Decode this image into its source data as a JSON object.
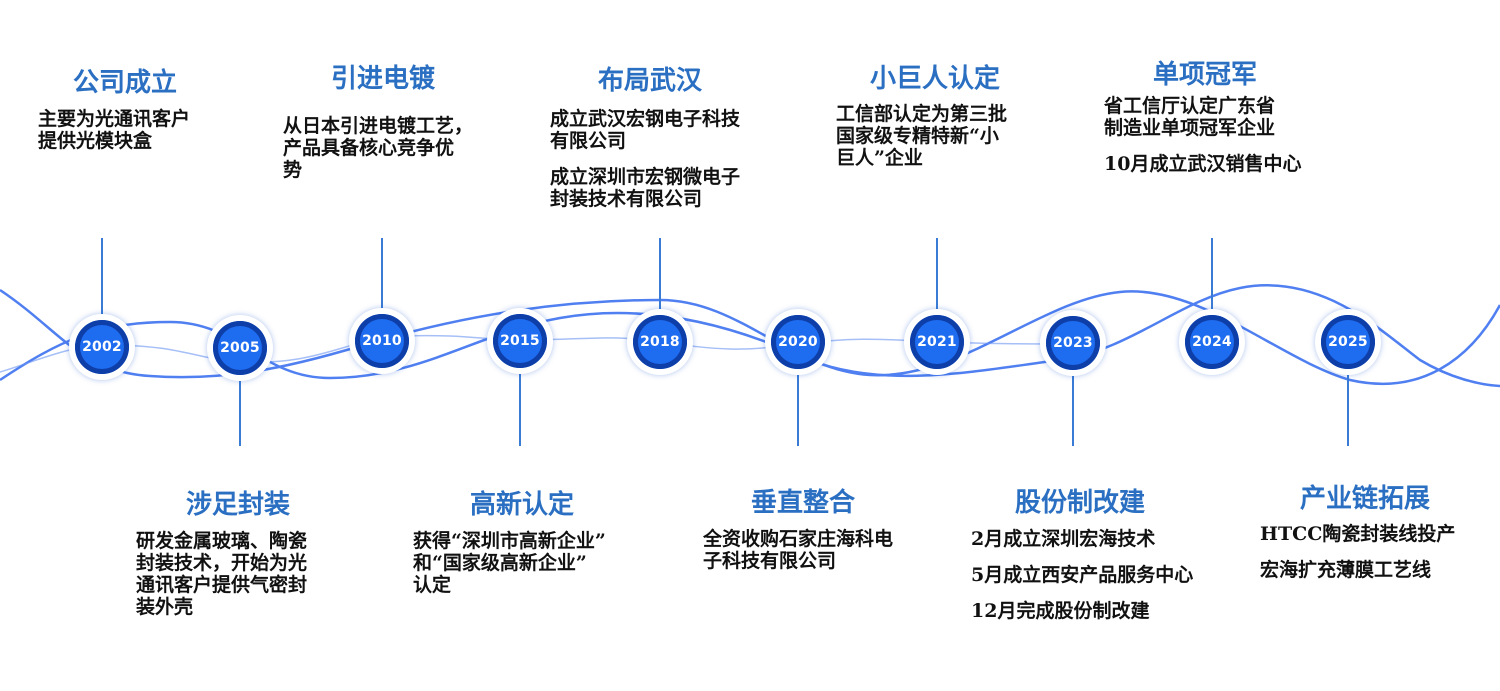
{
  "colors": {
    "accent": "#2a6fc2",
    "wave": "#4f7ff0",
    "node": "#1e6cf0"
  },
  "milestones": [
    {
      "year": "2002",
      "title": "公司成立",
      "lines": [
        "主要为光通讯客户\n提供光模块盒"
      ]
    },
    {
      "year": "2005",
      "title": "涉足封装",
      "lines": [
        "研发金属玻璃、陶瓷\n封装技术，开始为光\n通讯客户提供气密封\n装外壳"
      ]
    },
    {
      "year": "2010",
      "title": "引进电镀",
      "lines": [
        "从日本引进电镀工艺，\n产品具备核心竞争优\n势"
      ]
    },
    {
      "year": "2015",
      "title": "高新认定",
      "lines": [
        "获得“深圳市高新企业”\n和“国家级高新企业”\n认定"
      ]
    },
    {
      "year": "2018",
      "title": "布局武汉",
      "lines": [
        "成立武汉宏钢电子科技\n有限公司",
        "成立深圳市宏钢微电子\n封装技术有限公司"
      ]
    },
    {
      "year": "2020",
      "title": "垂直整合",
      "lines": [
        "全资收购石家庄海科电\n子科技有限公司"
      ]
    },
    {
      "year": "2021",
      "title": "小巨人认定",
      "lines": [
        "工信部认定为第三批\n国家级专精特新“小\n巨人”企业"
      ]
    },
    {
      "year": "2023",
      "title": "股份制改建",
      "lines": [
        "2月成立深圳宏海技术",
        "5月成立西安产品服务中心",
        "12月完成股份制改建"
      ]
    },
    {
      "year": "2024",
      "title": "单项冠军",
      "lines": [
        "省工信厅认定广东省\n制造业单项冠军企业",
        "10月成立武汉销售中心"
      ]
    },
    {
      "year": "2025",
      "title": "产业链拓展",
      "lines": [
        "HTCC陶瓷封装线投产",
        "宏海扩充薄膜工艺线"
      ]
    }
  ]
}
